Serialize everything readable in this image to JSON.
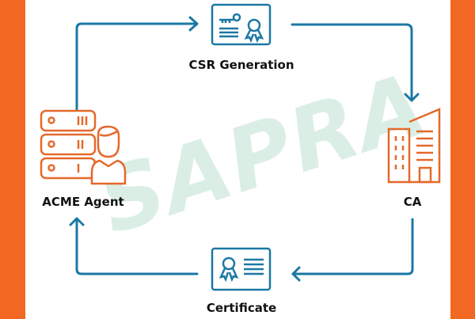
{
  "diagram": {
    "watermark": "SAPRA",
    "nodes": [
      {
        "id": "csr",
        "label": "CSR Generation",
        "icon": "certificate-key-icon"
      },
      {
        "id": "ca",
        "label": "CA",
        "icon": "building-icon"
      },
      {
        "id": "certificate",
        "label": "Certificate",
        "icon": "certificate-icon"
      },
      {
        "id": "agent",
        "label": "ACME Agent",
        "icon": "server-user-icon"
      }
    ],
    "edges": [
      {
        "from": "agent",
        "to": "csr"
      },
      {
        "from": "csr",
        "to": "ca"
      },
      {
        "from": "ca",
        "to": "certificate"
      },
      {
        "from": "certificate",
        "to": "agent"
      }
    ],
    "colors": {
      "accent": "#f26722",
      "flow": "#1b78a4",
      "watermark": "#cfe9dd",
      "text": "#111111"
    }
  }
}
